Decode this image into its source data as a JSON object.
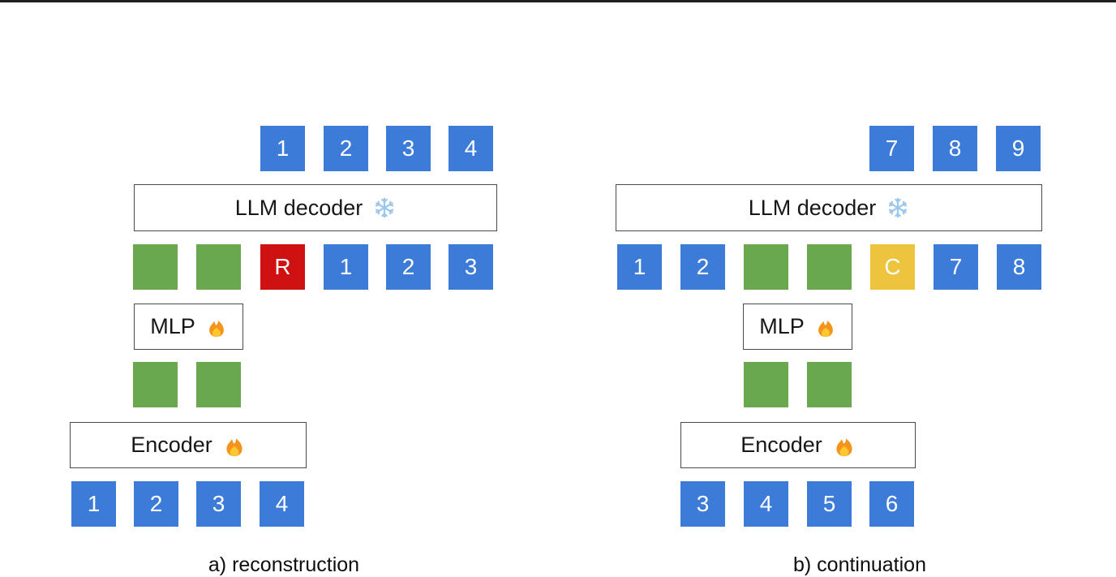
{
  "colors": {
    "blue": "#3d7bd8",
    "green": "#6aa84f",
    "red": "#d01112",
    "yellow": "#eec33d",
    "module_border": "#4a4a4a",
    "text": "#171717",
    "snowflake": "#9cc7ec",
    "flame_outer": "#f4941c",
    "flame_inner": "#fcc82f",
    "top_rule": "#202020"
  },
  "diagram_a": {
    "caption": "a) reconstruction",
    "output_tokens": [
      "1",
      "2",
      "3",
      "4"
    ],
    "llm_decoder": {
      "label": "LLM decoder",
      "icon": "snowflake-icon"
    },
    "decoder_input_row": [
      {
        "type": "latent"
      },
      {
        "type": "latent"
      },
      {
        "type": "special",
        "label": "R"
      },
      {
        "type": "token",
        "label": "1"
      },
      {
        "type": "token",
        "label": "2"
      },
      {
        "type": "token",
        "label": "3"
      }
    ],
    "mlp": {
      "label": "MLP",
      "icon": "flame-icon"
    },
    "latent_boxes": 2,
    "encoder": {
      "label": "Encoder",
      "icon": "flame-icon"
    },
    "input_tokens": [
      "1",
      "2",
      "3",
      "4"
    ]
  },
  "diagram_b": {
    "caption": "b) continuation",
    "output_tokens": [
      "7",
      "8",
      "9"
    ],
    "llm_decoder": {
      "label": "LLM decoder",
      "icon": "snowflake-icon"
    },
    "decoder_input_row": [
      {
        "type": "token",
        "label": "1"
      },
      {
        "type": "token",
        "label": "2"
      },
      {
        "type": "latent"
      },
      {
        "type": "latent"
      },
      {
        "type": "special",
        "label": "C"
      },
      {
        "type": "token",
        "label": "7"
      },
      {
        "type": "token",
        "label": "8"
      }
    ],
    "mlp": {
      "label": "MLP",
      "icon": "flame-icon"
    },
    "latent_boxes": 2,
    "encoder": {
      "label": "Encoder",
      "icon": "flame-icon"
    },
    "input_tokens": [
      "3",
      "4",
      "5",
      "6"
    ]
  }
}
